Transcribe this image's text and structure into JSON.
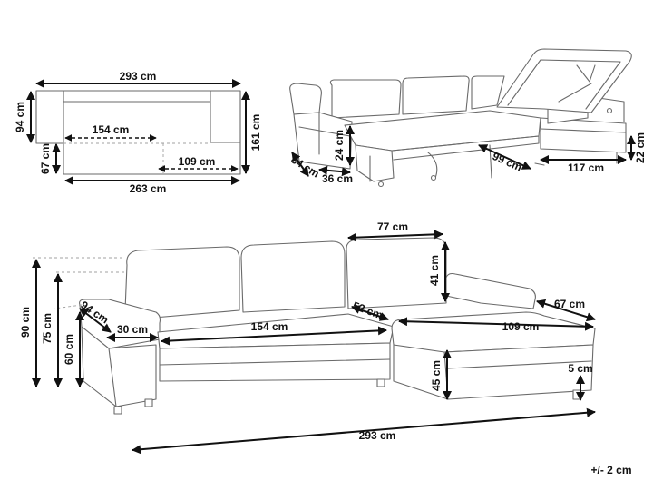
{
  "top_view": {
    "total_width": "293 cm",
    "depth": "94 cm",
    "inner_width": "154 cm",
    "seat_depth": "67 cm",
    "chaise_width": "109 cm",
    "overall_depth": "161 cm",
    "bed_width": "263 cm"
  },
  "perspective_view": {
    "arm_depth": "84 cm",
    "arm_width": "36 cm",
    "seat_height": "24 cm",
    "chaise_depth": "99 cm",
    "chaise_length": "117 cm",
    "storage_height": "22 cm"
  },
  "front_view": {
    "back_depth": "77 cm",
    "back_height": "41 cm",
    "arm_depth": "94 cm",
    "arm_width": "30 cm",
    "seat_width": "154 cm",
    "corner": "52 cm",
    "chaise_arm": "67 cm",
    "chaise_width": "109 cm",
    "total_height": "90 cm",
    "back_top": "75 cm",
    "arm_height": "60 cm",
    "chaise_height": "45 cm",
    "leg_height": "5 cm",
    "total_width": "293 cm"
  },
  "tolerance": "+/- 2 cm"
}
